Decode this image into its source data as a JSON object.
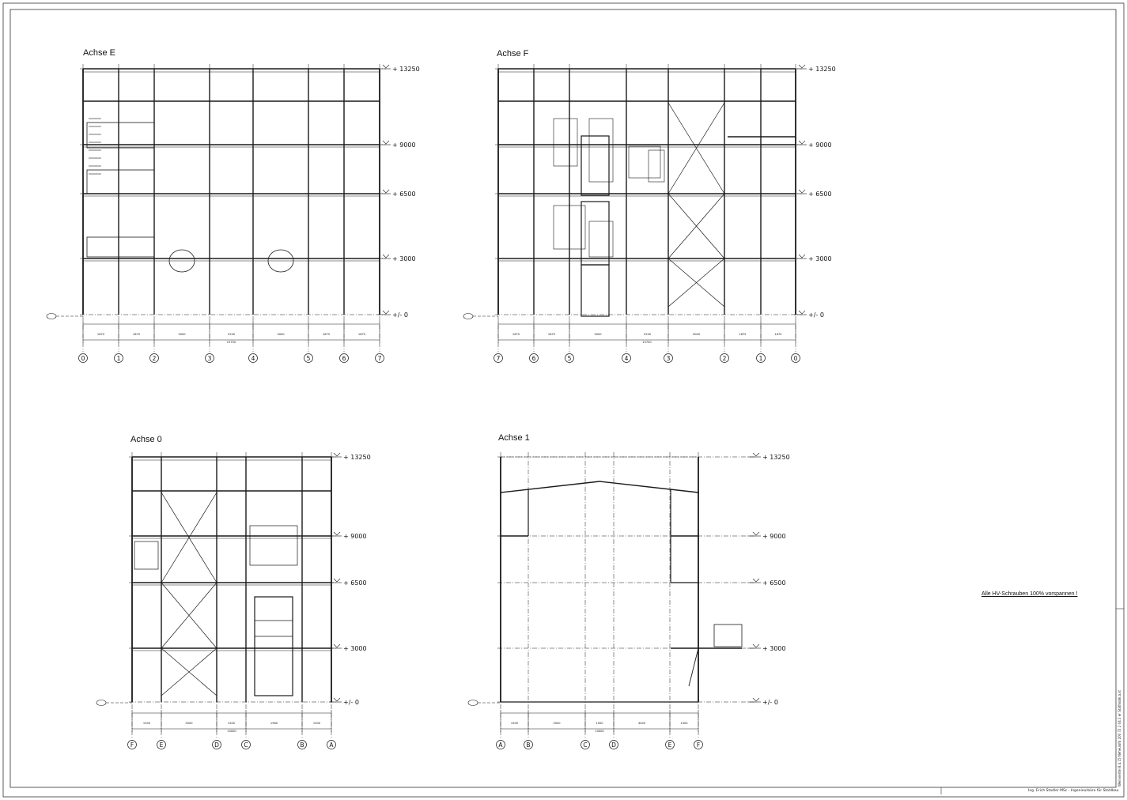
{
  "sheet": {
    "note": "Alle HV-Schrauben 100% vorspannen !",
    "footer": "Ing. Erich Stadler MSc - Ingenieurbüro für Stahlbau",
    "side_text": "Weinviertel 8.4.15 Neheulofd 200 72 2 04 2 er Stathlobk.a.st"
  },
  "views": [
    {
      "id": "achse-e",
      "title": "Achse E",
      "levels": [
        "+ 13250",
        "+ 9000",
        "+ 6500",
        "+ 3000",
        "+/- 0"
      ],
      "axes": [
        "0",
        "1",
        "2",
        "3",
        "4",
        "5",
        "6",
        "7"
      ],
      "dims": [
        "1675",
        "1875",
        "3000",
        "2250",
        "3000",
        "1875",
        "1675"
      ],
      "total": "15750"
    },
    {
      "id": "achse-f",
      "title": "Achse F",
      "levels": [
        "+ 13250",
        "+ 9000",
        "+ 6500",
        "+ 3000",
        "+/- 0"
      ],
      "axes": [
        "7",
        "6",
        "5",
        "4",
        "3",
        "2",
        "1",
        "0"
      ],
      "dims": [
        "1675",
        "1875",
        "3000",
        "2250",
        "3000",
        "1875",
        "1675"
      ],
      "total": "15750"
    },
    {
      "id": "achse-0",
      "title": "Achse 0",
      "levels": [
        "+ 13250",
        "+ 9000",
        "+ 6500",
        "+ 3000",
        "+/- 0"
      ],
      "axes": [
        "F",
        "E",
        "D",
        "C",
        "B",
        "A"
      ],
      "dims": [
        "1500",
        "3000",
        "1500",
        "1960",
        "1500"
      ],
      "total": "10000"
    },
    {
      "id": "achse-1",
      "title": "Achse 1",
      "levels": [
        "+ 13250",
        "+ 9000",
        "+ 6500",
        "+ 3000",
        "+/- 0"
      ],
      "axes": [
        "A",
        "B",
        "C",
        "D",
        "E",
        "F"
      ],
      "dims": [
        "1500",
        "3000",
        "1500",
        "3000",
        "1500"
      ],
      "total": "10000"
    }
  ],
  "colors": {
    "line": "#1a1a1a",
    "thin": "#555555",
    "paper": "#ffffff"
  }
}
